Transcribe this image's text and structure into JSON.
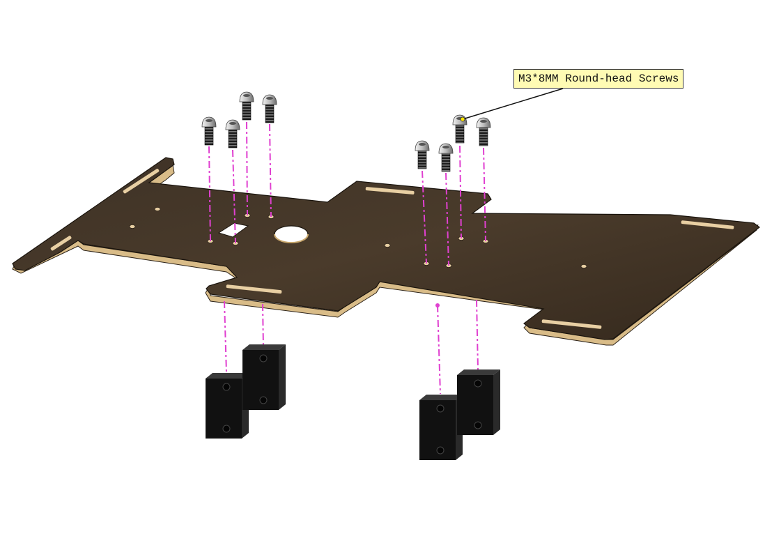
{
  "callout": {
    "label": "M3*8MM Round-head Screws"
  },
  "colors": {
    "plate_top": "#3b2f22",
    "plate_edge": "#e8cfa3",
    "plate_side": "#c9a86d",
    "block": "#151515",
    "guide_line": "#e040d0",
    "screw_head": "#cfcfcf",
    "screw_thread": "#2a2a2a",
    "label_bg": "#fffbb4"
  },
  "parts": {
    "screw_count": 8,
    "block_count": 4
  }
}
